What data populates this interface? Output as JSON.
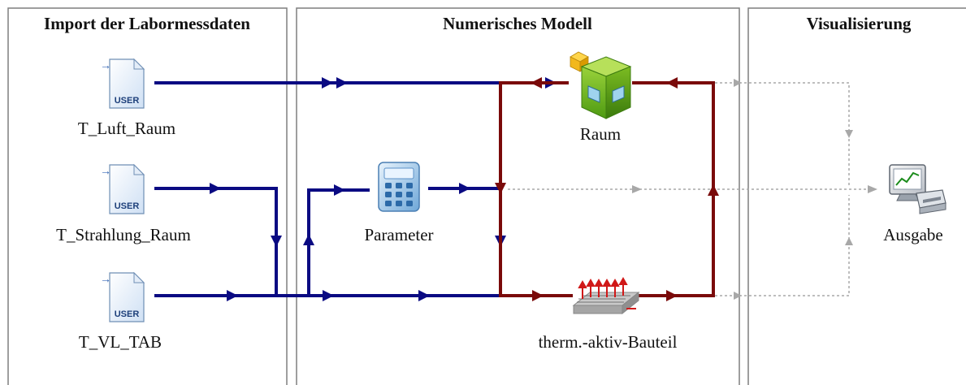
{
  "panels": [
    {
      "id": "import",
      "title": "Import der Labormessdaten"
    },
    {
      "id": "model",
      "title": "Numerisches Modell"
    },
    {
      "id": "vis",
      "title": "Visualisierung"
    }
  ],
  "nodes": {
    "t_luft": {
      "label": "T_Luft_Raum",
      "icon": "user-file-icon"
    },
    "t_strahlung": {
      "label": "T_Strahlung_Raum",
      "icon": "user-file-icon"
    },
    "t_vl": {
      "label": "T_VL_TAB",
      "icon": "user-file-icon"
    },
    "parameter": {
      "label": "Parameter",
      "icon": "calculator-icon"
    },
    "raum": {
      "label": "Raum",
      "icon": "room-cube-icon"
    },
    "bauteil": {
      "label": "therm.-aktiv-Bauteil",
      "icon": "thermal-component-icon"
    },
    "ausgabe": {
      "label": "Ausgabe",
      "icon": "plotter-icon"
    }
  },
  "icon_text": {
    "user": "USER"
  },
  "colors": {
    "input_link": "#0a0a82",
    "thermal_link": "#7a0a0a",
    "output_link": "#a8a8a8",
    "panel_border": "#7f7f7f"
  }
}
